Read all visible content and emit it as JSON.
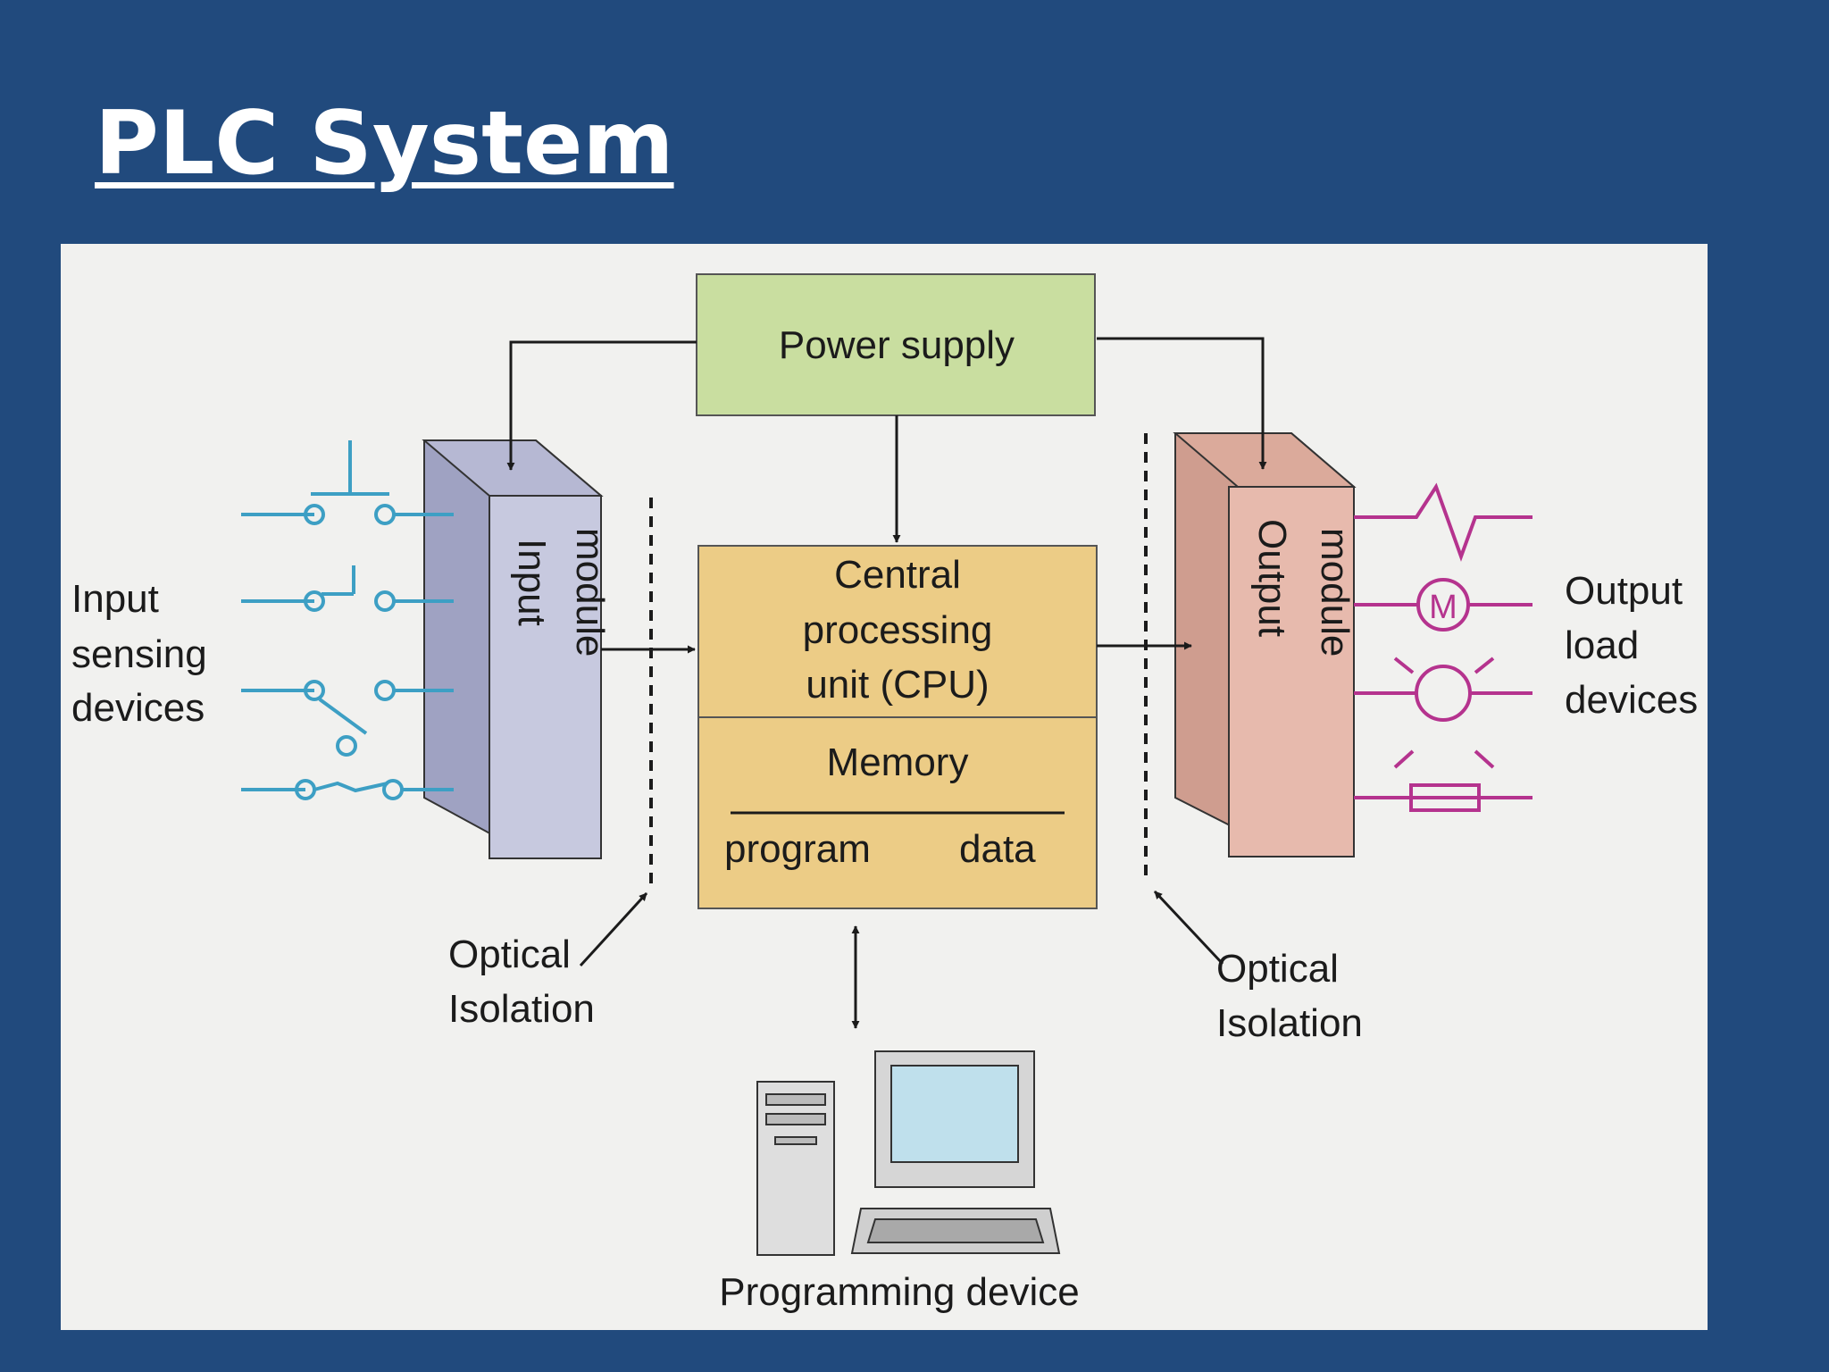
{
  "slide": {
    "title": "PLC System"
  },
  "diagram": {
    "power_supply": "Power supply",
    "cpu": {
      "line1": "Central",
      "line2": "processing",
      "line3": "unit (CPU)"
    },
    "memory": {
      "label": "Memory",
      "program": "program",
      "data": "data"
    },
    "input_module": {
      "word1": "Input",
      "word2": "module"
    },
    "output_module": {
      "word1": "Output",
      "word2": "module"
    },
    "input_devices": {
      "line1": "Input",
      "line2": "sensing",
      "line3": "devices"
    },
    "output_devices": {
      "line1": "Output",
      "line2": "load",
      "line3": "devices"
    },
    "optical_left": {
      "line1": "Optical",
      "line2": "Isolation"
    },
    "optical_right": {
      "line1": "Optical",
      "line2": "Isolation"
    },
    "programming_device": "Programming device",
    "motor_symbol": "M"
  },
  "colors": {
    "background": "#214a7d",
    "panel": "#f1f1ef",
    "power_supply": "#c9dea0",
    "cpu": "#eccc86",
    "input_module": "#c7c9df",
    "output_module": "#e7baad",
    "input_wiring": "#3d9fc4",
    "output_wiring": "#b5338e"
  }
}
